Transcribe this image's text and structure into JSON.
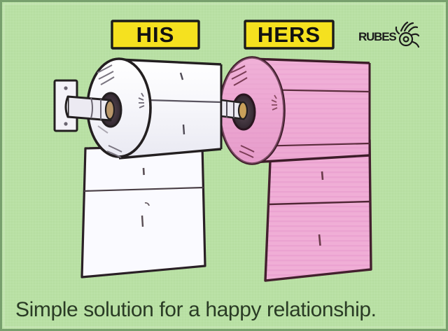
{
  "cartoon": {
    "title": "Rubes single-panel cartoon",
    "caption": "Simple solution for a happy relationship.",
    "signature": "RUBES",
    "signature_doodle": "rubes-bug-doodle",
    "background_color": "#b9e0a4",
    "border_color": "#4d7a48",
    "labels": [
      {
        "text": "HIS",
        "fill": "#f5e11f",
        "stroke": "#1a1a1a"
      },
      {
        "text": "HERS",
        "fill": "#f5e11f",
        "stroke": "#1a1a1a"
      }
    ],
    "rolls": [
      {
        "name": "his-roll",
        "paper_color": "#fbfbfb",
        "shade_color": "#e6e6ef",
        "ink_color": "#231f20",
        "sheet_length": "short",
        "sheets_hanging": 2
      },
      {
        "name": "hers-roll",
        "paper_color": "#f0aed6",
        "shade_color": "#e397c6",
        "ink_color": "#4a2230",
        "sheet_length": "long",
        "sheets_hanging": 3
      }
    ],
    "bracket": {
      "name": "wall-bracket",
      "plate_color": "#f2f0f6",
      "spindle_color": "#e8e6ef",
      "ink_color": "#231f20"
    }
  }
}
